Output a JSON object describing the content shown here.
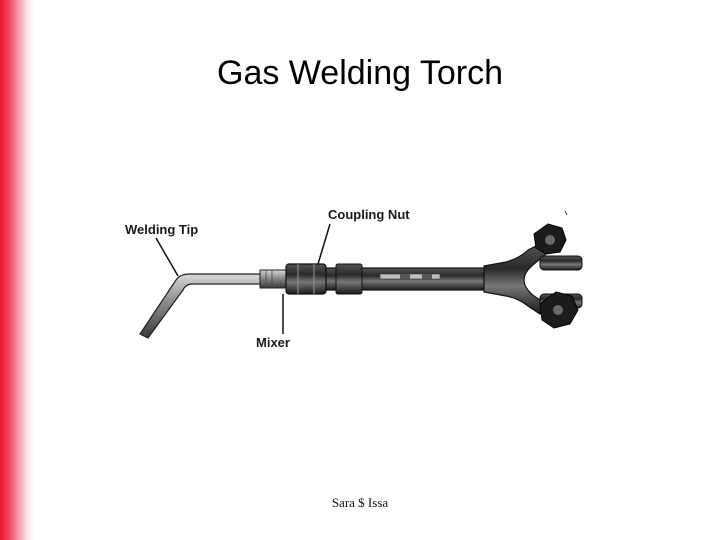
{
  "slide": {
    "title": "Gas Welding Torch",
    "footer": "Sara $ Issa",
    "accent_colors": [
      "#e8132a",
      "#f49aa8",
      "#ffffff"
    ]
  },
  "diagram": {
    "labels": {
      "welding_tip": "Welding Tip",
      "coupling_nut": "Coupling Nut",
      "mixer": "Mixer"
    }
  }
}
